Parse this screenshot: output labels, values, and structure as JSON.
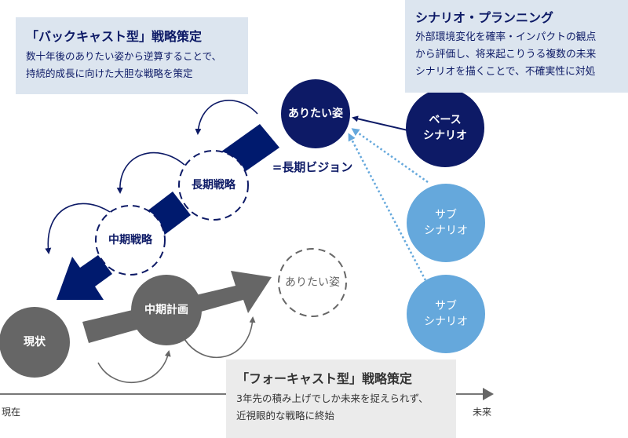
{
  "backcast_box": {
    "title": "「バックキャスト型」戦略策定",
    "lines": [
      "数十年後のありたい姿から逆算することで、",
      "持続的成長に向けた大胆な戦略を策定"
    ]
  },
  "scenario_box": {
    "title": "シナリオ・プランニング",
    "lines": [
      "外部環境変化を確率・インパクトの観点",
      "から評価し、将来起こりうる複数の未来",
      "シナリオを描くことで、不確実性に対処"
    ]
  },
  "forecast_box": {
    "title": "「フォーキャスト型」戦略策定",
    "lines": [
      "3年先の積み上げでしか未来を捉えられず、",
      "近視眼的な戦略に終始"
    ]
  },
  "nodes": {
    "ideal_vision": "ありたい姿",
    "vision_note": "=長期ビジョン",
    "long_term_strategy": "長期戦略",
    "mid_term_strategy": "中期戦略",
    "current_state": "現状",
    "mid_term_plan": "中期計画",
    "forecast_ideal": "ありたい姿",
    "base_scenario": [
      "ベース",
      "シナリオ"
    ],
    "sub_scenario_1": [
      "サブ",
      "シナリオ"
    ],
    "sub_scenario_2": [
      "サブ",
      "シナリオ"
    ]
  },
  "timeline": {
    "start_label": "現在",
    "end_label": "未来"
  },
  "colors": {
    "navy": "#0d1a66",
    "navy_arrow": "#001a6e",
    "light_blue": "#65a8dc",
    "gray": "#666666",
    "box_blue": "#dce5ef",
    "box_gray": "#ebebeb"
  }
}
